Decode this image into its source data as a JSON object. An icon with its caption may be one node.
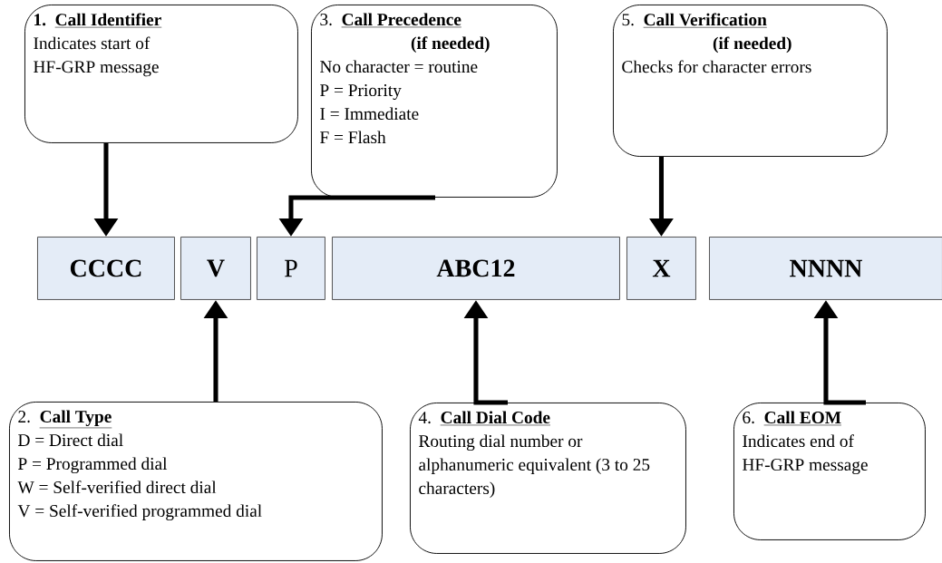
{
  "diagram": {
    "nodes": [
      {
        "text": [
          "1.",
          "Call Identifier",
          "Indicates start of HF-GRP message"
        ]
      },
      {
        "text": [
          "3.",
          "Call Precedence",
          "(if needed)",
          "No character = routine",
          "P = Priority",
          "I = Immediate",
          "F = Flash"
        ]
      },
      {
        "text": [
          "5.",
          "Call Verification",
          "(if needed)",
          "Checks for character errors"
        ]
      },
      {
        "text": [
          "CCCC"
        ]
      },
      {
        "text": [
          "V"
        ]
      },
      {
        "text": [
          "P"
        ]
      },
      {
        "text": [
          "ABC12"
        ]
      },
      {
        "text": [
          "X"
        ]
      },
      {
        "text": [
          "NNNN"
        ]
      },
      {
        "text": [
          "2.",
          "Call Type",
          "D = Direct dial",
          "P = Programmed dial",
          "W = Self-verified direct dial",
          "V = Self-verified programmed dial"
        ]
      },
      {
        "text": [
          "4.",
          "Call Dial Code",
          "Routing dial number or alphanumeric equivalent (3 to 25 characters)"
        ]
      },
      {
        "text": [
          "6.",
          "Call EOM",
          "Indicates end of HF-GRP message"
        ]
      }
    ],
    "edges": [
      {
        "from": 0,
        "to": 3,
        "arrow": "to"
      },
      {
        "from": 1,
        "to": 5,
        "arrow": "to"
      },
      {
        "from": 2,
        "to": 7,
        "arrow": "to"
      },
      {
        "from": 9,
        "to": 4,
        "arrow": "to"
      },
      {
        "from": 10,
        "to": 6,
        "arrow": "to"
      },
      {
        "from": 11,
        "to": 8,
        "arrow": "to"
      }
    ]
  }
}
